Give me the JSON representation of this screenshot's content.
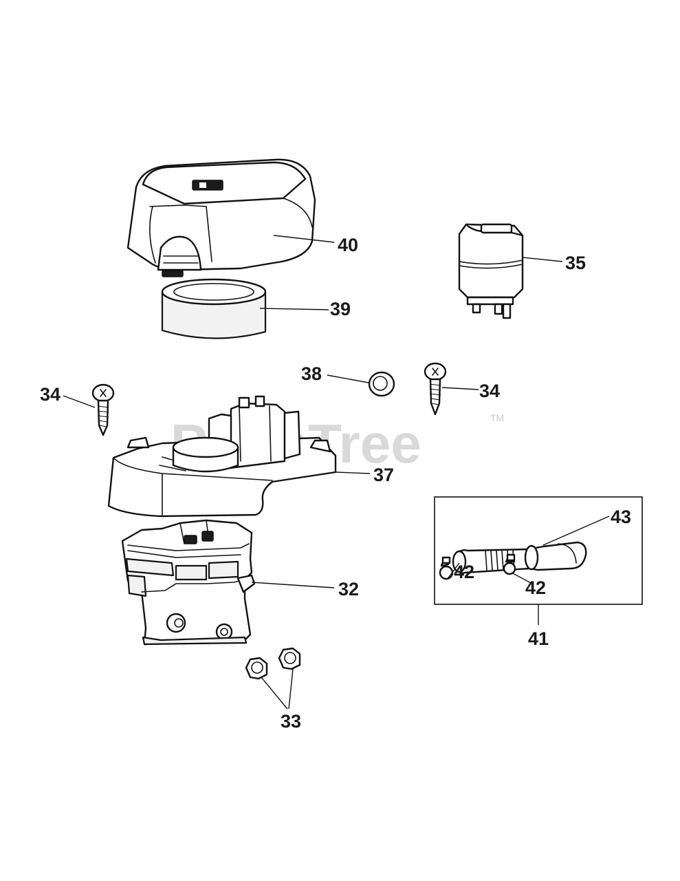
{
  "watermark": {
    "text": "PartsTree",
    "tm": "TM"
  },
  "callouts": {
    "c32": "32",
    "c33": "33",
    "c34a": "34",
    "c34b": "34",
    "c35": "35",
    "c37": "37",
    "c38": "38",
    "c39": "39",
    "c40": "40",
    "c41": "41",
    "c42a": "42",
    "c42b": "42",
    "c43": "43"
  }
}
